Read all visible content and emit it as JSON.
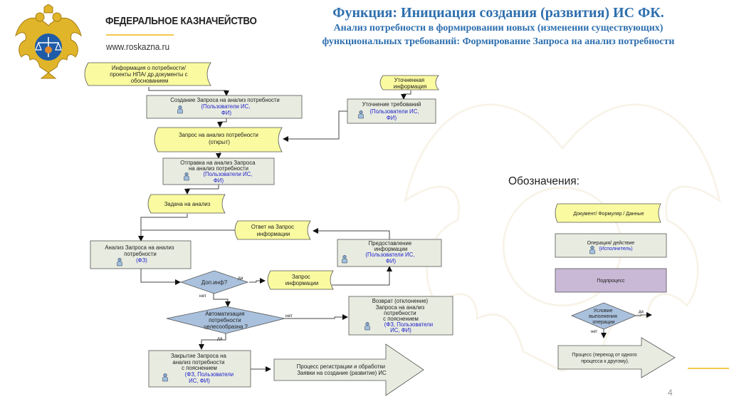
{
  "header": {
    "org_name": "ФЕДЕРАЛЬНОЕ КАЗНАЧЕЙСТВО",
    "org_url": "www.roskazna.ru",
    "title_line1": "Функция: Инициация создания (развития) ИС ФК.",
    "title_line2": "Анализ потребности в формировании новых (изменении существующих)",
    "title_line3": "функциональных требований: Формирование Запроса на анализ потребности"
  },
  "flow": {
    "doc_info": [
      "Информация о потребности/",
      "проекты НПА/ др.документы с",
      "обоснованием"
    ],
    "op_create": {
      "lines": [
        "Создание Запроса на анализ потребности"
      ],
      "actor": [
        "(Пользователи ИС,",
        "ФИ)"
      ]
    },
    "doc_clarified": [
      "Уточненная",
      "информация"
    ],
    "op_clarify": {
      "lines": [
        "Уточнение требований"
      ],
      "actor": [
        "(Пользователи ИС,",
        "ФИ)"
      ]
    },
    "doc_request_open": [
      "Запрос на анализ потребности",
      "(открыт)"
    ],
    "op_send": {
      "lines": [
        "Отправка на анализ Запроса",
        "на анализ потребности"
      ],
      "actor": [
        "(Пользователи ИС,",
        "ФИ)"
      ]
    },
    "doc_task": [
      "Задача на анализ"
    ],
    "doc_answer": [
      "Ответ на Запрос",
      "информации"
    ],
    "op_analyze": {
      "lines": [
        "Анализ Запроса на анализ",
        "потребности"
      ],
      "actor": [
        "(ФЗ)"
      ]
    },
    "op_provide": {
      "lines": [
        "Предоставление",
        "информации"
      ],
      "actor": [
        "(Пользователи ИС,",
        "ФИ)"
      ]
    },
    "dec_more_info": [
      "Доп.инф?"
    ],
    "doc_info_request": [
      "Запрос",
      "информации"
    ],
    "dec_automation": [
      "Автоматизация",
      "потребности",
      "целесообразна ?"
    ],
    "op_return": {
      "lines": [
        "Возврат (отклонение)",
        "Запроса на анализ",
        "потребности",
        "с пояснением"
      ],
      "actor": [
        "(ФЗ, Пользователи",
        "ИС, ФИ)"
      ]
    },
    "op_close": {
      "lines": [
        "Закрытие Запроса на",
        "анализ потребности",
        "с пояснением"
      ],
      "actor": [
        "(ФЗ, Пользователи",
        "ИС, ФИ)"
      ]
    },
    "proc_next": [
      "Процесс регистрации и обработки",
      "Заявки на создание (развитие) ИС"
    ],
    "labels": {
      "yes": "да",
      "no": "нет"
    }
  },
  "legend": {
    "title": "Обозначения:",
    "document": [
      "Документ/ Формуляр / Данные"
    ],
    "operation": {
      "lines": [
        "Операция/ действие"
      ],
      "actor": [
        "(Исполнитель)"
      ]
    },
    "subprocess": [
      "Подпроцесс"
    ],
    "condition": [
      "Условие",
      "выполнения",
      "операции"
    ],
    "process": [
      "Процесс (переход от одного",
      "процесса к другому)."
    ],
    "yes": "да",
    "no": "нет"
  },
  "page_number": "4",
  "colors": {
    "title_blue": "#2e6fae",
    "doc_fill": "#fafaa0",
    "op_fill": "#e8ece0",
    "subprocess_fill": "#c9b8d6",
    "decision_fill": "#a9c1dd",
    "actor_text": "#2222cc",
    "accent_yellow": "#f2c94c"
  },
  "icons": {
    "actor": "person-icon",
    "emblem": "double-headed-eagle-emblem"
  }
}
